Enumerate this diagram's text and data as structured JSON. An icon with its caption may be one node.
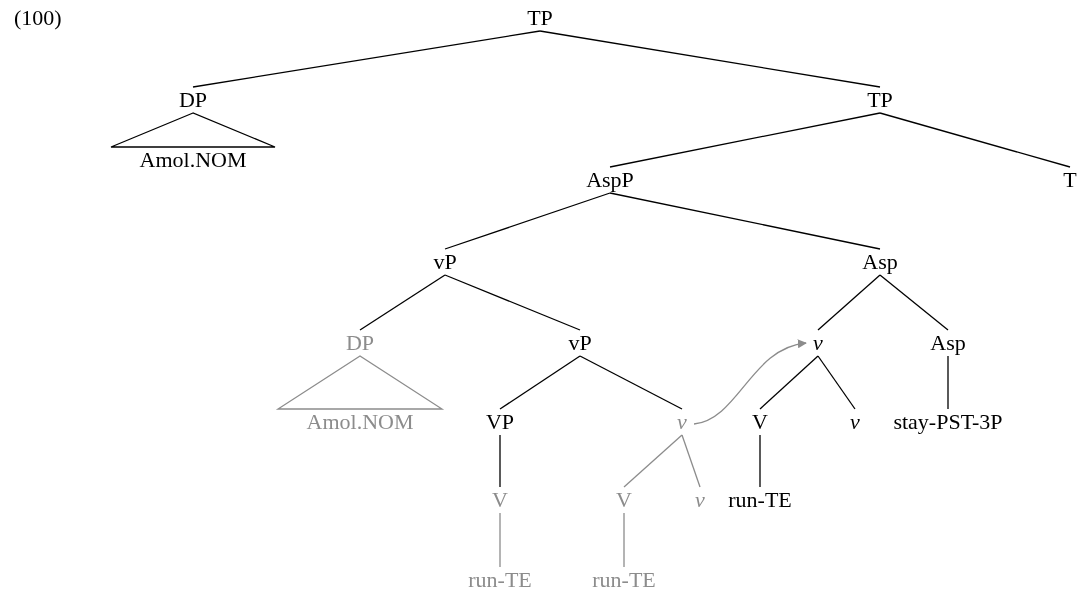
{
  "diagram": {
    "nodes": [
      {
        "text": [
          "TP"
        ]
      },
      {
        "text": [
          "DP"
        ]
      },
      {
        "text": [
          "Amol.NOM"
        ]
      },
      {
        "text": [
          "TP"
        ]
      },
      {
        "text": [
          "AspP"
        ]
      },
      {
        "text": [
          "T"
        ]
      },
      {
        "text": [
          "vP"
        ]
      },
      {
        "text": [
          "Asp"
        ]
      },
      {
        "text": [
          "DP"
        ]
      },
      {
        "text": [
          "vP"
        ]
      },
      {
        "text": [
          "v"
        ]
      },
      {
        "text": [
          "Asp"
        ]
      },
      {
        "text": [
          "Amol.NOM"
        ]
      },
      {
        "text": [
          "VP"
        ]
      },
      {
        "text": [
          "v"
        ]
      },
      {
        "text": [
          "V"
        ]
      },
      {
        "text": [
          "v"
        ]
      },
      {
        "text": [
          "stay-PST-3P"
        ]
      },
      {
        "text": [
          "V"
        ]
      },
      {
        "text": [
          "V"
        ]
      },
      {
        "text": [
          "v"
        ]
      },
      {
        "text": [
          "run-TE"
        ]
      },
      {
        "text": [
          "run-TE"
        ]
      },
      {
        "text": [
          "run-TE"
        ]
      }
    ],
    "edges": [
      {
        "from": 0,
        "to": 1,
        "arrow": "none"
      },
      {
        "from": 0,
        "to": 3,
        "arrow": "none"
      },
      {
        "from": 1,
        "to": 2,
        "arrow": "none"
      },
      {
        "from": 3,
        "to": 4,
        "arrow": "none"
      },
      {
        "from": 3,
        "to": 5,
        "arrow": "none"
      },
      {
        "from": 4,
        "to": 6,
        "arrow": "none"
      },
      {
        "from": 4,
        "to": 7,
        "arrow": "none"
      },
      {
        "from": 6,
        "to": 8,
        "arrow": "none"
      },
      {
        "from": 6,
        "to": 9,
        "arrow": "none"
      },
      {
        "from": 7,
        "to": 10,
        "arrow": "none"
      },
      {
        "from": 7,
        "to": 11,
        "arrow": "none"
      },
      {
        "from": 8,
        "to": 12,
        "arrow": "none",
        "color": "#8c8c8c"
      },
      {
        "from": 9,
        "to": 13,
        "arrow": "none"
      },
      {
        "from": 9,
        "to": 14,
        "arrow": "none"
      },
      {
        "from": 10,
        "to": 15,
        "arrow": "none"
      },
      {
        "from": 10,
        "to": 16,
        "arrow": "none"
      },
      {
        "from": 11,
        "to": 17,
        "arrow": "none"
      },
      {
        "from": 13,
        "to": 18,
        "arrow": "none"
      },
      {
        "from": 14,
        "to": 19,
        "arrow": "none",
        "color": "#8c8c8c"
      },
      {
        "from": 14,
        "to": 20,
        "arrow": "none",
        "color": "#8c8c8c"
      },
      {
        "from": 15,
        "to": 21,
        "arrow": "none"
      },
      {
        "from": 18,
        "to": 22,
        "arrow": "none",
        "color": "#8c8c8c"
      },
      {
        "from": 19,
        "to": 23,
        "arrow": "none",
        "color": "#8c8c8c"
      },
      {
        "from": 14,
        "to": 10,
        "arrow": "to",
        "color": "#8c8c8c"
      }
    ],
    "labels": [
      "(100)"
    ]
  }
}
